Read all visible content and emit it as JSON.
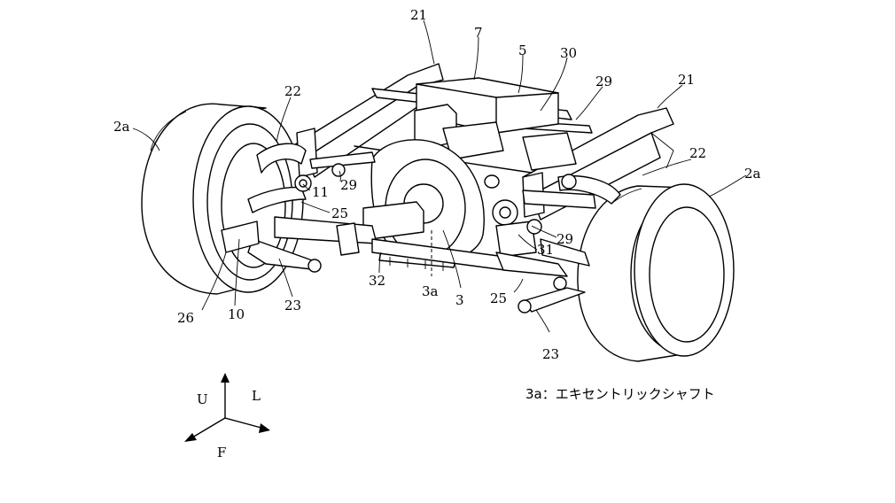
{
  "labels": {
    "l21a": "21",
    "l7": "7",
    "l5": "5",
    "l30": "30",
    "l29a": "29",
    "l21b": "21",
    "l22a": "22",
    "l2a_left": "2a",
    "l22b": "22",
    "l2a_right": "2a",
    "l11": "11",
    "l29b": "29",
    "l25a": "25",
    "l29c": "29",
    "l31": "31",
    "l32": "32",
    "l3a": "3a",
    "l3": "3",
    "l25b": "25",
    "l26": "26",
    "l10": "10",
    "l23a": "23",
    "l23b": "23"
  },
  "axes": {
    "up": "U",
    "left": "L",
    "front": "F"
  },
  "note": "3a：エキセントリックシャフト"
}
